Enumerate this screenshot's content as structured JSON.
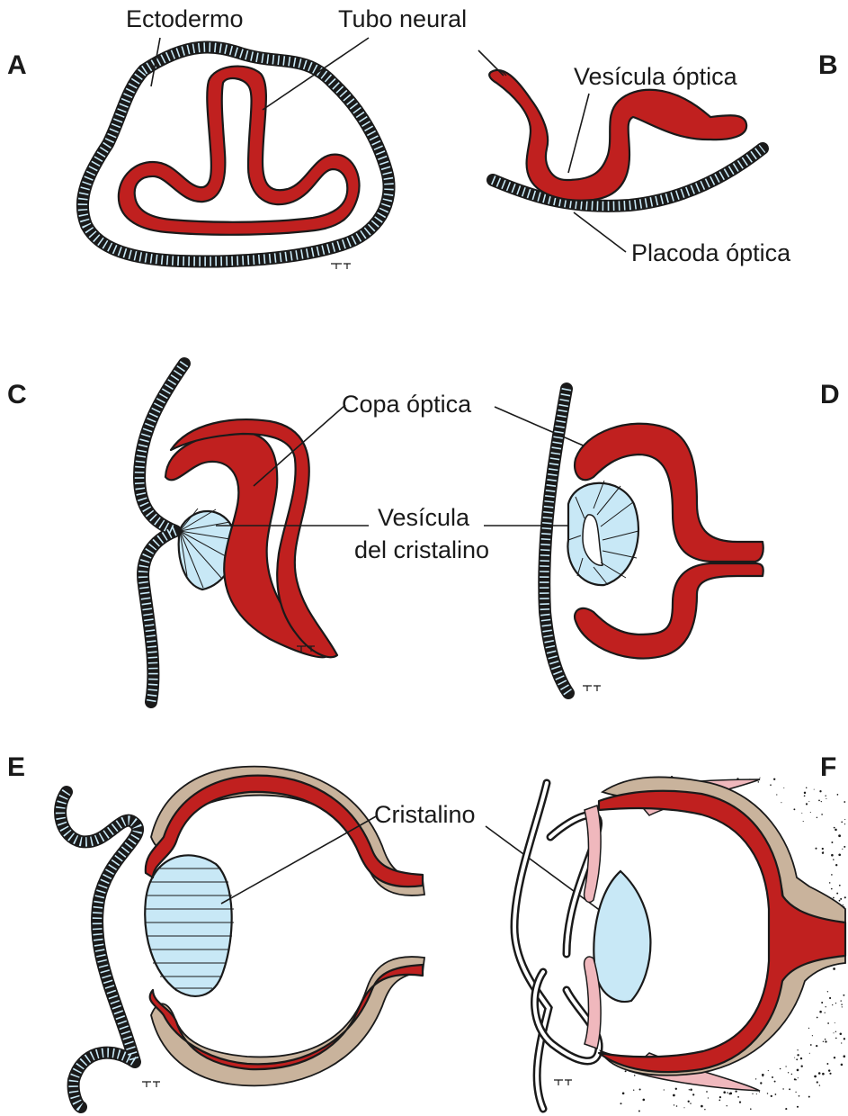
{
  "panels": {
    "A": "A",
    "B": "B",
    "C": "C",
    "D": "D",
    "E": "E",
    "F": "F"
  },
  "labels": {
    "ectodermo": "Ectodermo",
    "tubo_neural": "Tubo neural",
    "vesicula_optica": "Vesícula óptica",
    "placoda_optica": "Placoda óptica",
    "copa_optica": "Copa óptica",
    "vesicula_cristalino_1": "Vesícula",
    "vesicula_cristalino_2": "del cristalino",
    "cristalino": "Cristalino"
  },
  "colors": {
    "neural_tissue": "#c0201f",
    "ectoderm": "#c8e8f6",
    "sclera_layer": "#c9b39c",
    "eyelid_tissue": "#f0b8bd"
  }
}
